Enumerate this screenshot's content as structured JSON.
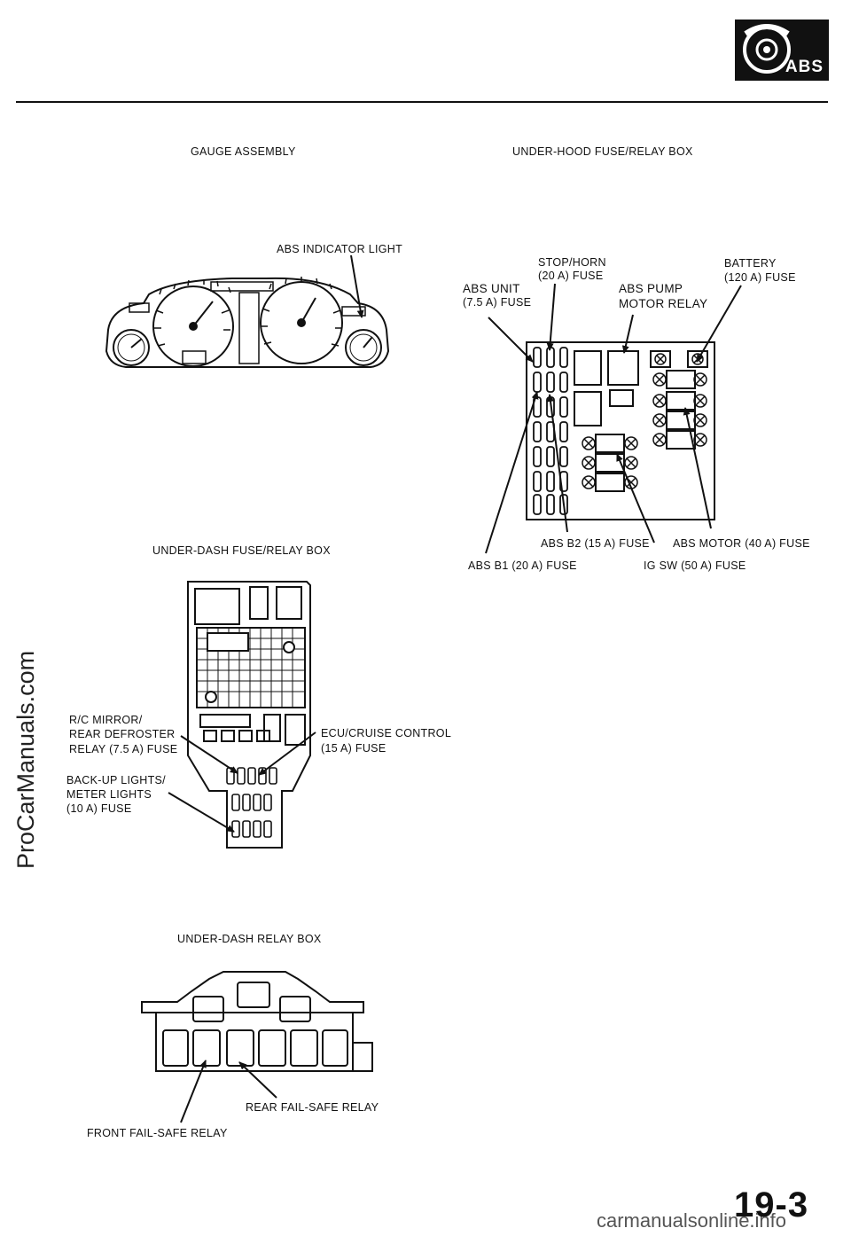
{
  "header": {
    "logo_text": "ABS",
    "logo_icon": "brake-disc-icon"
  },
  "sections": {
    "gauge_assembly": {
      "title": "GAUGE ASSEMBLY",
      "callouts": {
        "abs_indicator_light": "ABS INDICATOR LIGHT"
      }
    },
    "under_hood": {
      "title": "UNDER-HOOD FUSE/RELAY BOX",
      "callouts": {
        "stop_horn_1": "STOP/HORN",
        "stop_horn_2": "(20 A) FUSE",
        "abs_unit_1": "ABS UNIT",
        "abs_unit_2": "(7.5 A) FUSE",
        "abs_pump_1": "ABS PUMP",
        "abs_pump_2": "MOTOR RELAY",
        "battery_1": "BATTERY",
        "battery_2": "(120 A) FUSE",
        "abs_b2": "ABS B2 (15 A) FUSE",
        "abs_motor": "ABS MOTOR (40 A) FUSE",
        "abs_b1": "ABS B1 (20 A) FUSE",
        "ig_sw": "IG SW (50 A) FUSE"
      }
    },
    "under_dash_fuse": {
      "title": "UNDER-DASH FUSE/RELAY BOX",
      "callouts": {
        "rc_mirror_1": "R/C MIRROR/",
        "rc_mirror_2": "REAR DEFROSTER",
        "rc_mirror_3": "RELAY (7.5 A) FUSE",
        "backup_1": "BACK-UP LIGHTS/",
        "backup_2": "METER LIGHTS",
        "backup_3": "(10 A) FUSE",
        "ecu_1": "ECU/CRUISE CONTROL",
        "ecu_2": "(15 A) FUSE"
      }
    },
    "under_dash_relay": {
      "title": "UNDER-DASH RELAY BOX",
      "callouts": {
        "rear_failsafe": "REAR FAIL-SAFE RELAY",
        "front_failsafe": "FRONT FAIL-SAFE RELAY"
      }
    }
  },
  "footer": {
    "page_number": "19-3",
    "watermark_side": "ProCarManuals.com",
    "watermark_bottom": "carmanualsonline.info"
  }
}
